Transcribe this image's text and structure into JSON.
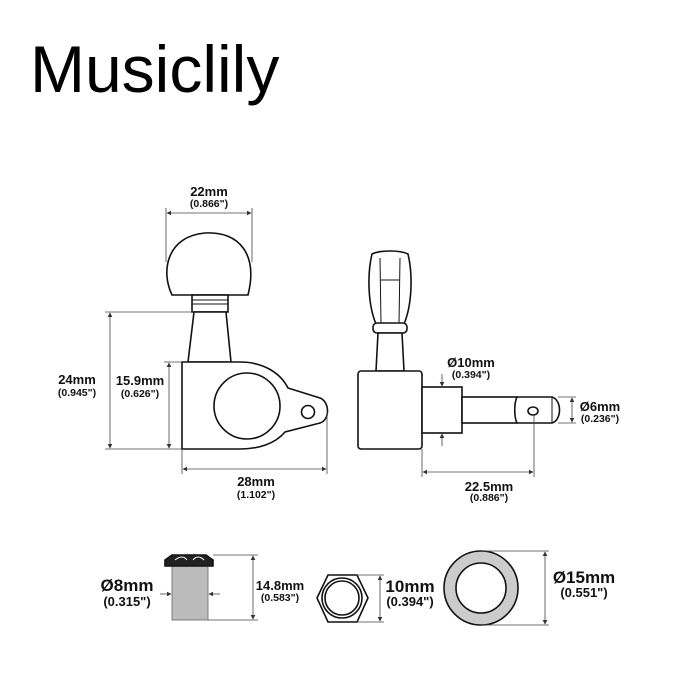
{
  "title": "Musiclily",
  "tuner_front": {
    "button_width": {
      "mm": "22mm",
      "in": "(0.866\")"
    },
    "total_height": {
      "mm": "24mm",
      "in": "(0.945\")"
    },
    "body_height": {
      "mm": "15.9mm",
      "in": "(0.626\")"
    },
    "length": {
      "mm": "28mm",
      "in": "(1.102\")"
    }
  },
  "tuner_side": {
    "post_diameter": {
      "mm": "Ø10mm",
      "in": "(0.394\")"
    },
    "string_post_diameter": {
      "mm": "Ø6mm",
      "in": "(0.236\")"
    },
    "post_length": {
      "mm": "22.5mm",
      "in": "(0.886\")"
    }
  },
  "bushing": {
    "diameter": {
      "mm": "Ø8mm",
      "in": "(0.315\")"
    },
    "height": {
      "mm": "14.8mm",
      "in": "(0.583\")"
    }
  },
  "nut": {
    "size": {
      "mm": "10mm",
      "in": "(0.394\")"
    }
  },
  "washer": {
    "diameter": {
      "mm": "Ø15mm",
      "in": "(0.551\")"
    }
  }
}
